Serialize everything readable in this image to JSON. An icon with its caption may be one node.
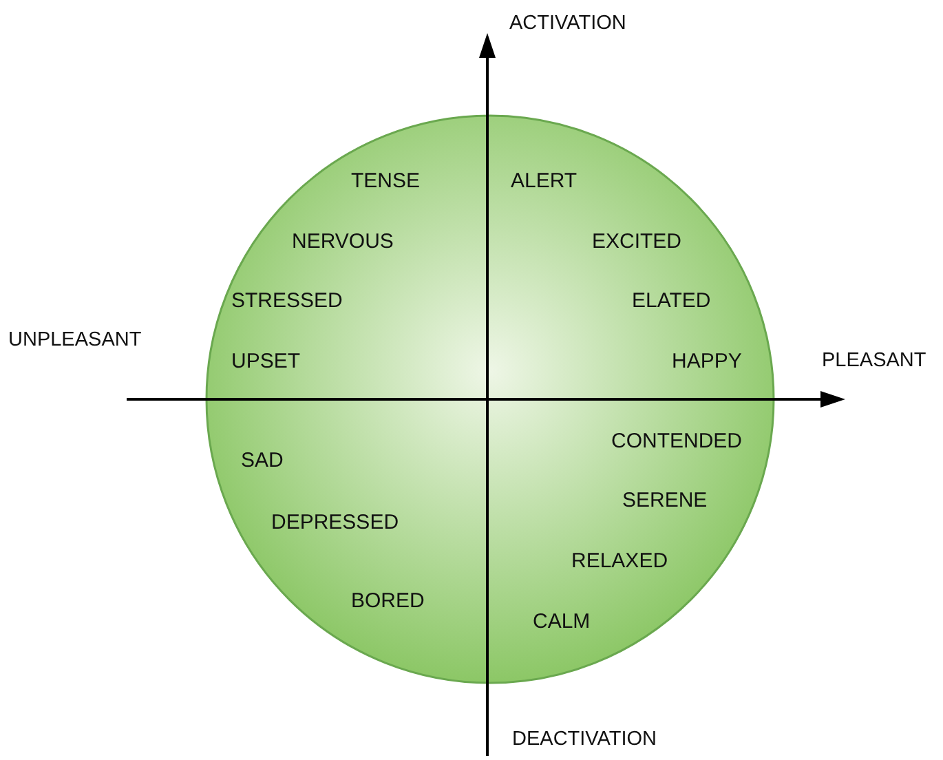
{
  "diagram": {
    "labels": [
      "ACTIVATION",
      "TENSE",
      "ALERT",
      "NERVOUS",
      "EXCITED",
      "STRESSED",
      "ELATED",
      "UNPLEASANT",
      "UPSET",
      "HAPPY",
      "PLEASANT",
      "CONTENDED",
      "SAD",
      "SERENE",
      "DEPRESSED",
      "RELAXED",
      "BORED",
      "CALM",
      "DEACTIVATION"
    ]
  }
}
